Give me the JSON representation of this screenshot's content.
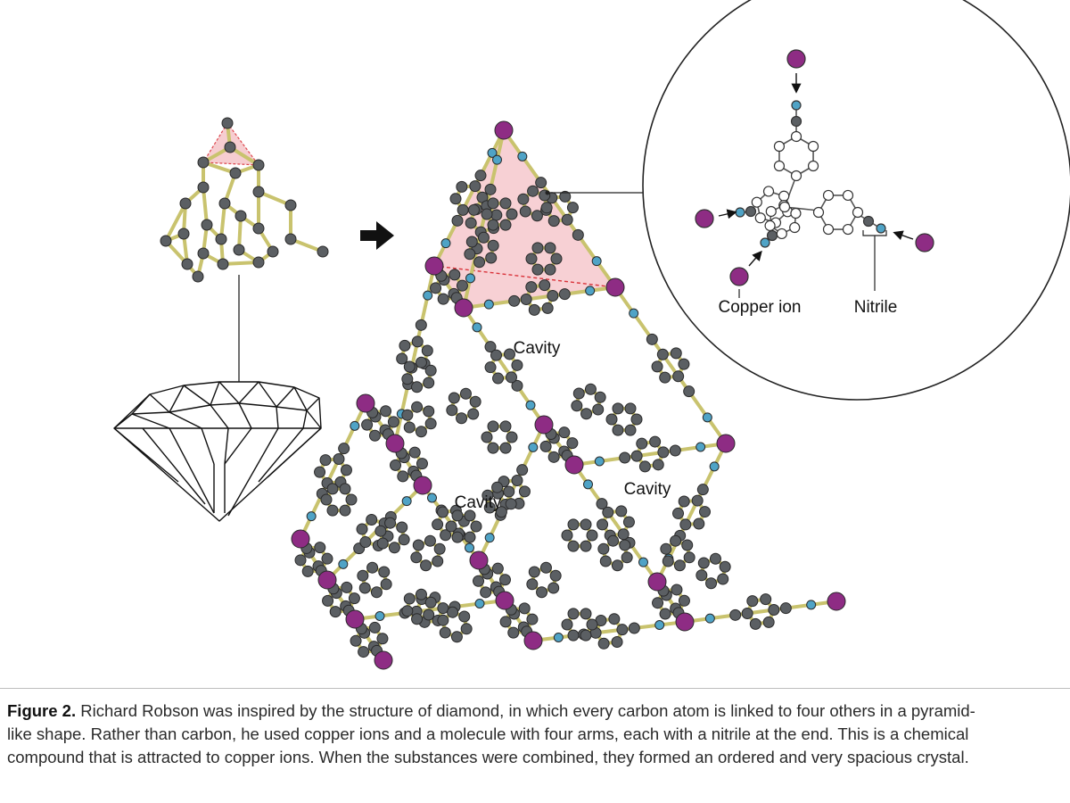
{
  "figure": {
    "labels": {
      "cavity_top": "Cavity",
      "cavity_left": "Cavity",
      "cavity_right": "Cavity",
      "copper_ion": "Copper ion",
      "nitrile": "Nitrile"
    }
  },
  "caption": {
    "figure_label": "Figure 2.",
    "line1": " Richard Robson was inspired by the structure of diamond, in which every carbon atom is linked to four others in a pyramid-",
    "line2": "like shape. Rather than carbon, he used copper ions and a molecule with four arms, each with a nitrile at the end. This is a chemical",
    "line3": "compound that is attracted to copper ions. When the substances were combined, they formed an ordered and very spacious crystal."
  },
  "colors": {
    "carbon": "#5b5f63",
    "copper": "#8e2c84",
    "nitrogen": "#4fa3c6",
    "bond": "#c9c36e",
    "tetrahedron_fill": "#f6c8cc",
    "tetrahedron_edge": "#d9333a"
  }
}
